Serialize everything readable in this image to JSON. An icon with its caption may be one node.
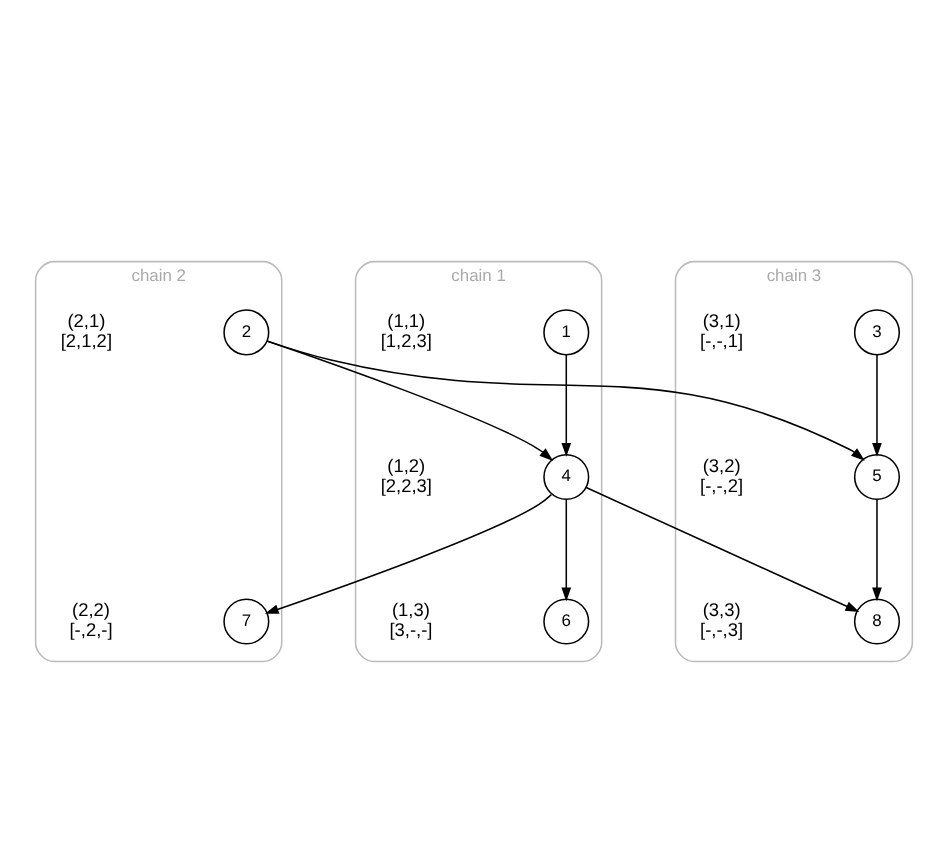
{
  "diagram": {
    "nodes": [
      {
        "text": [
          "chain 1"
        ]
      },
      {
        "text": [
          "1"
        ],
        "in": 0,
        "beside": [
          "(1,1)",
          "[1,2,3]"
        ]
      },
      {
        "text": [
          "4"
        ],
        "in": 0,
        "beside": [
          "(1,2)",
          "[2,2,3]"
        ]
      },
      {
        "text": [
          "6"
        ],
        "in": 0,
        "beside": [
          "(1,3)",
          "[3,-,-]"
        ]
      },
      {
        "text": [
          "chain 2"
        ]
      },
      {
        "text": [
          "2"
        ],
        "in": 4,
        "beside": [
          "(2,1)",
          "[2,1,2]"
        ]
      },
      {
        "text": [
          "7"
        ],
        "in": 4,
        "beside": [
          "(2,2)",
          "[-,2,-]"
        ]
      },
      {
        "text": [
          "chain 3"
        ]
      },
      {
        "text": [
          "3"
        ],
        "in": 7,
        "beside": [
          "(3,1)",
          "[-,-,1]"
        ]
      },
      {
        "text": [
          "5"
        ],
        "in": 7,
        "beside": [
          "(3,2)",
          "[-,-,2]"
        ]
      },
      {
        "text": [
          "8"
        ],
        "in": 7,
        "beside": [
          "(3,3)",
          "[-,-,3]"
        ]
      }
    ],
    "edges": [
      {
        "from": 1,
        "to": 2,
        "arrow": "to"
      },
      {
        "from": 5,
        "to": 2,
        "arrow": "to"
      },
      {
        "from": 5,
        "to": 9,
        "arrow": "to"
      },
      {
        "from": 8,
        "to": 9,
        "arrow": "to"
      },
      {
        "from": 2,
        "to": 3,
        "arrow": "to"
      },
      {
        "from": 2,
        "to": 6,
        "arrow": "to"
      },
      {
        "from": 2,
        "to": 10,
        "arrow": "to"
      },
      {
        "from": 9,
        "to": 10,
        "arrow": "to"
      }
    ]
  }
}
